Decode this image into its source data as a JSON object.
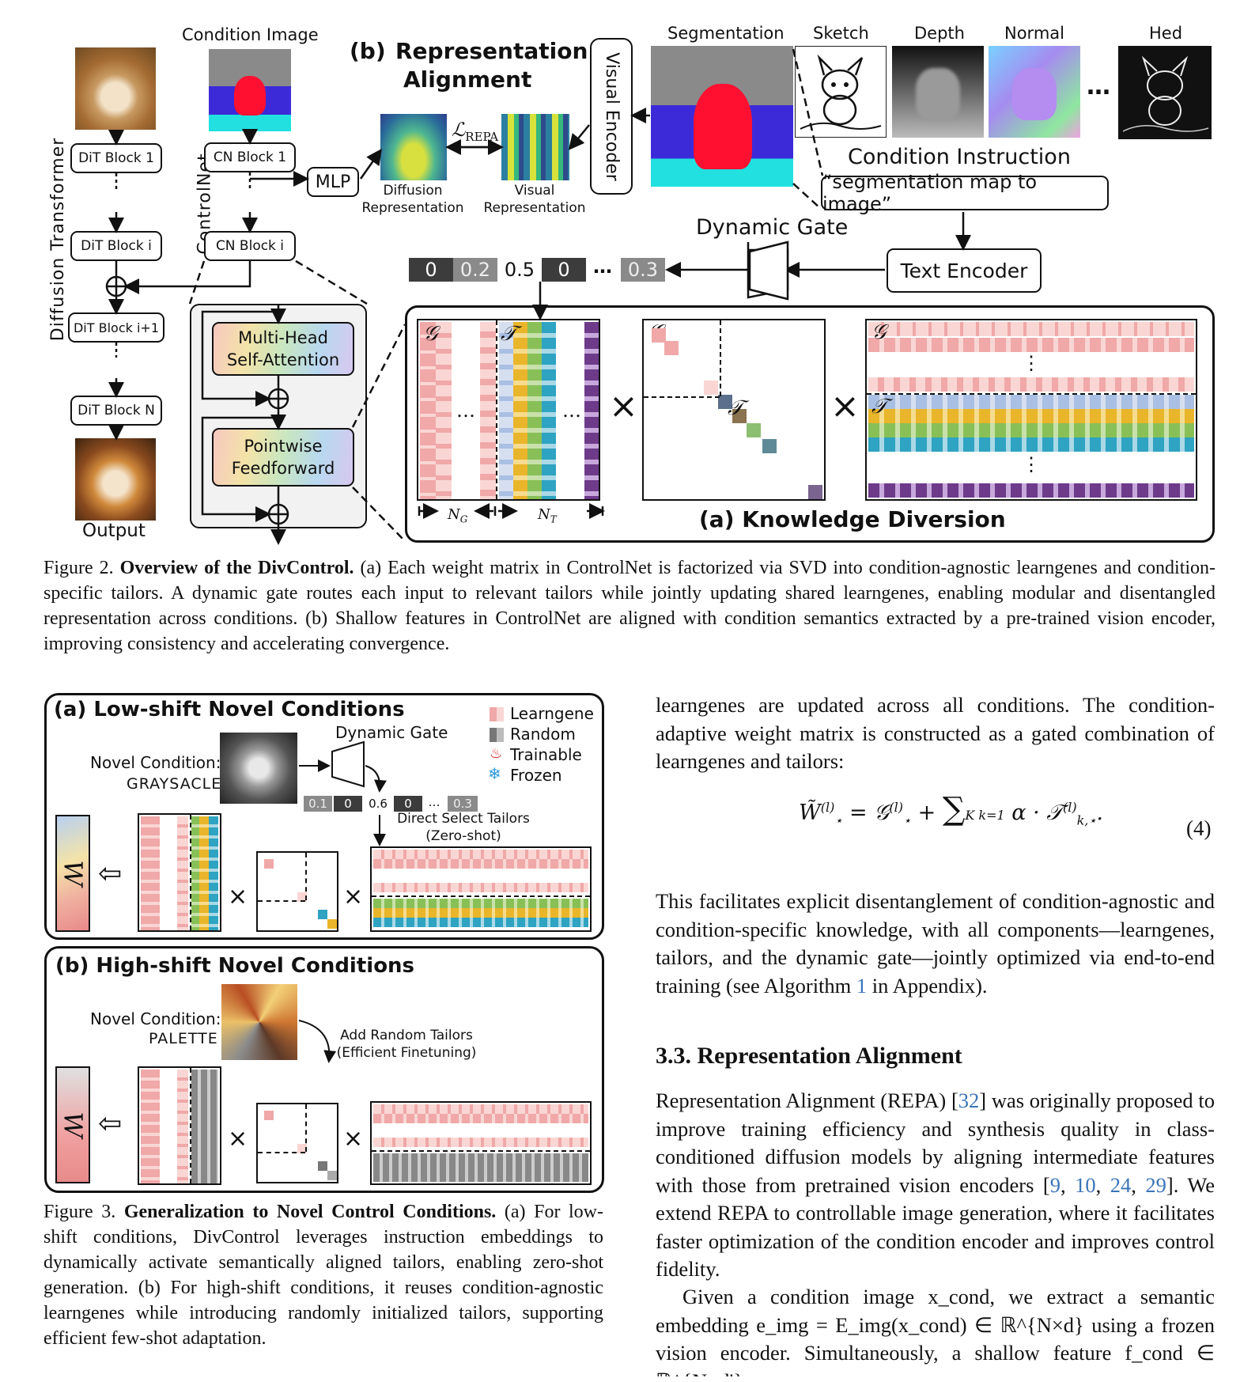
{
  "figure2": {
    "labels": {
      "condition_image": "Condition Image",
      "rep_align_b": "(b)",
      "rep_align_line1": "Representation",
      "rep_align_line2": "Alignment",
      "visual_encoder": "Visual Encoder",
      "segmentation": "Segmentation",
      "sketch": "Sketch",
      "depth": "Depth",
      "normal": "Normal",
      "hed": "Hed",
      "condition_instruction": "Condition Instruction",
      "instruction_text": "“segmentation map to image”",
      "dynamic_gate": "Dynamic Gate",
      "text_encoder": "Text Encoder",
      "mlp": "MLP",
      "l_repa": "ℒ",
      "l_repa_sub": "REPA",
      "diffusion_rep": "Diffusion\nRepresentation",
      "visual_rep": "Visual\nRepresentation",
      "diffusion_transformer": "Diffusion Transformer",
      "controlnet": "ControlNet",
      "dit_block_1": "DiT Block 1",
      "dit_block_i": "DiT Block i",
      "dit_block_i1": "DiT Block i+1",
      "dit_block_n": "DiT Block N",
      "cn_block_1": "CN Block 1",
      "cn_block_i": "CN Block i",
      "mhsa": "Multi-Head\nSelf-Attention",
      "ffn": "Pointwise\nFeedforward",
      "output": "Output",
      "knowledge_diversion": "(a)  Knowledge Diversion",
      "n_g": "N",
      "n_g_sub": "G",
      "n_t": "N",
      "n_t_sub": "T",
      "dots": "…",
      "vdots": "⋮",
      "times": "×",
      "g_symbol": "𝒢",
      "t_symbol": "𝒯"
    },
    "gate_values": [
      "0",
      "0.2",
      "0.5",
      "0",
      "…",
      "0.3"
    ],
    "caption_label": "Figure 2.",
    "caption_title": "Overview of the DivControl.",
    "caption_body": "(a) Each weight matrix in ControlNet is factorized via SVD into condition-agnostic learngenes and condition-specific tailors. A dynamic gate routes each input to relevant tailors while jointly updating shared learngenes, enabling modular and disentangled representation across conditions. (b) Shallow features in ControlNet are aligned with condition semantics extracted by a pre-trained vision encoder, improving consistency and accelerating convergence."
  },
  "figure3": {
    "panel_a_title": "(a)  Low-shift Novel Conditions",
    "panel_b_title": "(b)  High-shift Novel Conditions",
    "dynamic_gate": "Dynamic Gate",
    "novel_condition_a": "Novel Condition:",
    "novel_condition_a_name": "GRAYSACLE",
    "novel_condition_b": "Novel Condition:",
    "novel_condition_b_name": "PALETTE",
    "legend": [
      "Learngene",
      "Random",
      "Trainable",
      "Frozen"
    ],
    "gate_values": [
      "0.1",
      "0",
      "0.6",
      "0",
      "…",
      "0.3"
    ],
    "direct_select": "Direct Select Tailors\n(Zero-shot)",
    "add_random": "Add Random Tailors\n(Efficient Finetuning)",
    "w_symbol": "W",
    "caption_label": "Figure 3.",
    "caption_title": "Generalization to Novel Control Conditions.",
    "caption_body": "(a) For low-shift conditions, DivControl leverages instruction embeddings to dynamically activate semantically aligned tailors, enabling zero-shot generation. (b) For high-shift conditions, it reuses condition-agnostic learngenes while introducing randomly initialized tailors, supporting efficient few-shot adaptation."
  },
  "text": {
    "para1": "learngenes are updated across all conditions. The condition-adaptive weight matrix is constructed as a gated combination of learngenes and tailors:",
    "equation_number": "(4)",
    "para2_start": "This facilitates explicit disentanglement of condition-agnostic and condition-specific knowledge, with all components—learngenes, tailors, and the dynamic gate—jointly optimized via end-to-end training (see Algorithm ",
    "para2_ref": "1",
    "para2_end": " in Appendix).",
    "section_heading": "3.3. Representation Alignment",
    "para3_a": "Representation Alignment (REPA) [",
    "para3_ref1": "32",
    "para3_b": "] was originally proposed to improve training efficiency and synthesis quality in class-conditioned diffusion models by aligning intermediate features with those from pretrained vision encoders [",
    "para3_ref2": "9",
    "para3_ref3": "10",
    "para3_ref4": "24",
    "para3_ref5": "29",
    "para3_c": "].  We extend REPA to controllable image generation, where it facilitates faster optimization of the condition encoder and improves control fidelity.",
    "para4": "Given a condition image x_cond, we extract a semantic embedding e_img = E_img(x_cond) ∈ ℝ^{N×d} using a frozen vision encoder. Simultaneously, a shallow feature f_cond ∈ ℝ^{N×d'}"
  },
  "colors": {
    "learngene": "#f0a8a8",
    "learngene_light": "#f9d6d3",
    "tailor_yellow": "#e9b52a",
    "tailor_green": "#88c057",
    "tailor_teal": "#2ea3c2",
    "tailor_purple": "#6d3b8a",
    "panel_bg": "#f2f2f2"
  }
}
